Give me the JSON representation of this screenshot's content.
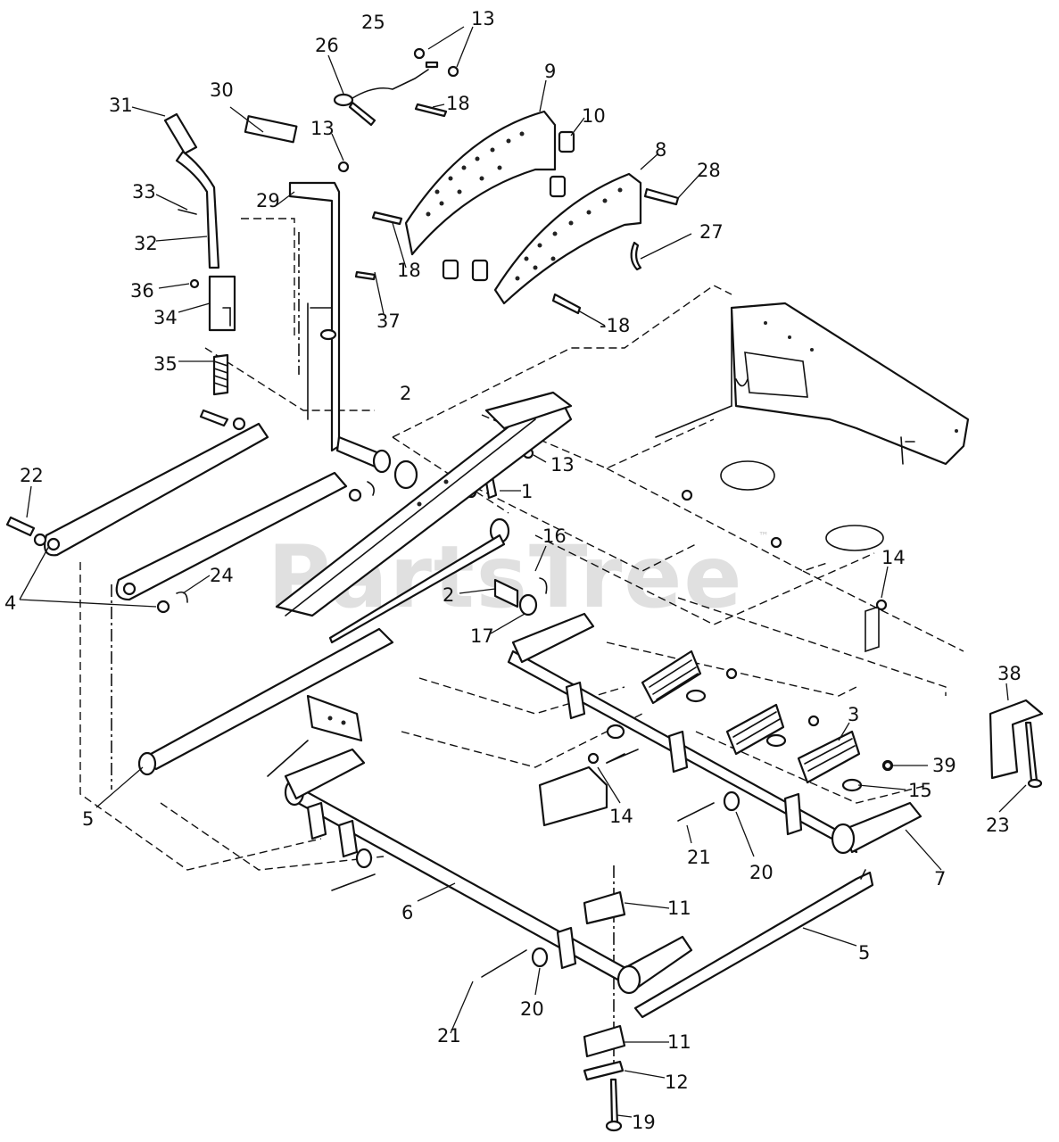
{
  "watermark": {
    "text": "PartsTree",
    "mark": "™"
  },
  "callouts": [
    {
      "id": "c-25a",
      "label": "25"
    },
    {
      "id": "c-13a",
      "label": "13"
    },
    {
      "id": "c-26",
      "label": "26"
    },
    {
      "id": "c-9",
      "label": "9"
    },
    {
      "id": "c-30",
      "label": "30"
    },
    {
      "id": "c-31",
      "label": "31"
    },
    {
      "id": "c-18a",
      "label": "18"
    },
    {
      "id": "c-10",
      "label": "10"
    },
    {
      "id": "c-13b",
      "label": "13"
    },
    {
      "id": "c-8",
      "label": "8"
    },
    {
      "id": "c-28",
      "label": "28"
    },
    {
      "id": "c-33",
      "label": "33"
    },
    {
      "id": "c-29",
      "label": "29"
    },
    {
      "id": "c-27",
      "label": "27"
    },
    {
      "id": "c-32",
      "label": "32"
    },
    {
      "id": "c-18b",
      "label": "18"
    },
    {
      "id": "c-36",
      "label": "36"
    },
    {
      "id": "c-34",
      "label": "34"
    },
    {
      "id": "c-37",
      "label": "37"
    },
    {
      "id": "c-18c",
      "label": "-18"
    },
    {
      "id": "c-35",
      "label": "35"
    },
    {
      "id": "c-2a",
      "label": "2"
    },
    {
      "id": "c-13c",
      "label": "13"
    },
    {
      "id": "c-1",
      "label": "1"
    },
    {
      "id": "c-22",
      "label": "22"
    },
    {
      "id": "c-16",
      "label": "16"
    },
    {
      "id": "c-14a",
      "label": "14"
    },
    {
      "id": "c-24",
      "label": "24"
    },
    {
      "id": "c-2b",
      "label": "2"
    },
    {
      "id": "c-4",
      "label": "4"
    },
    {
      "id": "c-17",
      "label": "17"
    },
    {
      "id": "c-38",
      "label": "38"
    },
    {
      "id": "c-3",
      "label": "3"
    },
    {
      "id": "c-39",
      "label": "39"
    },
    {
      "id": "c-15",
      "label": "15"
    },
    {
      "id": "c-5a",
      "label": "5"
    },
    {
      "id": "c-14b",
      "label": "14"
    },
    {
      "id": "c-23",
      "label": "23"
    },
    {
      "id": "c-21a",
      "label": "21"
    },
    {
      "id": "c-20a",
      "label": "20"
    },
    {
      "id": "c-7",
      "label": "7"
    },
    {
      "id": "c-11a",
      "label": "11"
    },
    {
      "id": "c-6",
      "label": "6"
    },
    {
      "id": "c-5b",
      "label": "5"
    },
    {
      "id": "c-20b",
      "label": "20"
    },
    {
      "id": "c-21b",
      "label": "21"
    },
    {
      "id": "c-11b",
      "label": "11"
    },
    {
      "id": "c-12",
      "label": "12"
    },
    {
      "id": "c-19",
      "label": "19"
    }
  ]
}
